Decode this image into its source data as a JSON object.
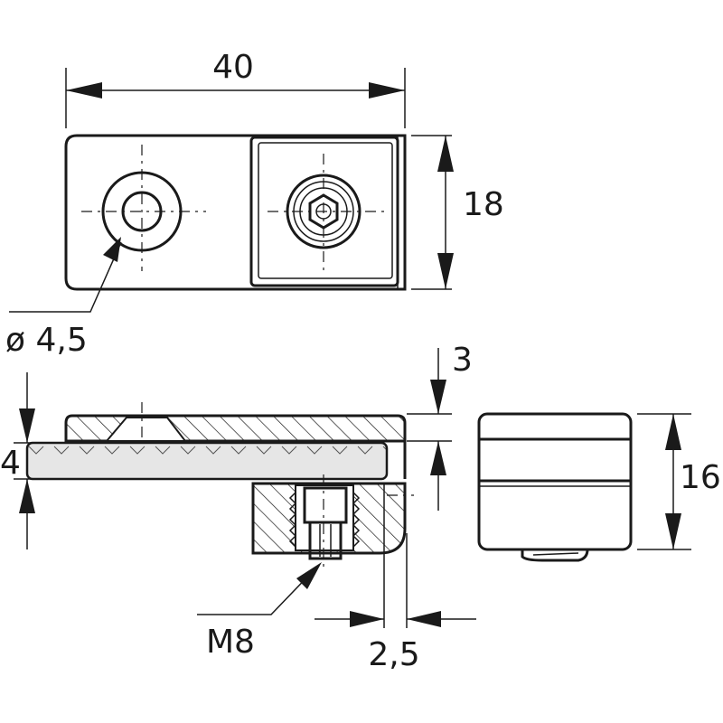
{
  "dimensions": {
    "width_top": "40",
    "height_top": "18",
    "hole_diameter": "ø 4,5",
    "top_offset": "3",
    "glass_thickness": "4",
    "side_height": "16",
    "thread": "M8",
    "edge_offset": "2,5"
  },
  "colors": {
    "line": "#1a1a1a",
    "glass": "#e6e6e6",
    "background": "#ffffff"
  }
}
